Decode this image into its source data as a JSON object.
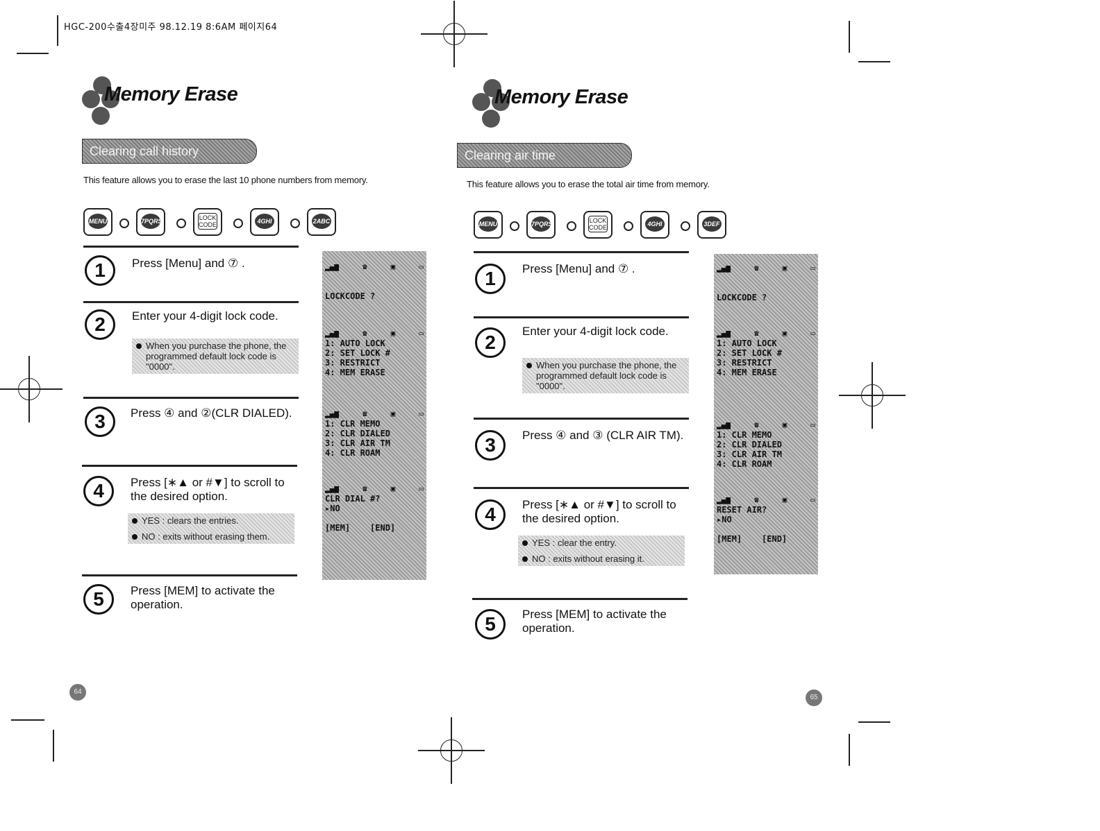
{
  "header": {
    "print_info": "HGC-200수출4장미주 98.12.19 8:6AM  페이지64"
  },
  "left": {
    "title": "Memory Erase",
    "section": "Clearing call history",
    "intro": "This feature allows you to erase the last 10 phone numbers from memory.",
    "keys": [
      "MENU",
      "7PQRS",
      "LOCK CODE",
      "4GHI",
      "2ABC"
    ],
    "steps": [
      {
        "num": "1",
        "text": "Press [Menu] and ⑦ ."
      },
      {
        "num": "2",
        "text": "Enter your 4-digit lock code."
      },
      {
        "num": "3",
        "text": "Press  ④ and ②(CLR DIALED)."
      },
      {
        "num": "4",
        "text": "Press [∗▲ or #▼] to scroll to the desired option."
      },
      {
        "num": "5",
        "text": "Press [MEM] to activate the operation."
      }
    ],
    "note2": "When you purchase the phone, the programmed default lock code is \"0000\".",
    "note4": [
      "YES : clears the entries.",
      "NO : exits without erasing them."
    ],
    "screens": [
      [
        "LOCKCODE ?"
      ],
      [
        "1: AUTO LOCK",
        "2: SET LOCK #",
        "3: RESTRICT",
        "4: MEM ERASE"
      ],
      [
        "1: CLR MEMO",
        "2: CLR DIALED",
        "3: CLR AIR TM",
        "4: CLR ROAM"
      ],
      [
        " CLR DIAL #?",
        "▸NO",
        "",
        "[MEM]    [END]"
      ]
    ],
    "page": "64"
  },
  "right": {
    "title": "Memory Erase",
    "section": "Clearing air time",
    "intro": "This feature allows you to erase the total air time from memory.",
    "keys": [
      "MENU",
      "7PQRS",
      "LOCK CODE",
      "4GHI",
      "3DEF"
    ],
    "steps": [
      {
        "num": "1",
        "text": "Press [Menu] and ⑦ ."
      },
      {
        "num": "2",
        "text": "Enter your 4-digit lock code."
      },
      {
        "num": "3",
        "text": "Press ④ and ③ (CLR AIR TM)."
      },
      {
        "num": "4",
        "text": "Press [∗▲ or #▼] to scroll to the desired option."
      },
      {
        "num": "5",
        "text": "Press [MEM] to activate the operation."
      }
    ],
    "note2": "When you purchase the phone, the programmed default lock code is \"0000\".",
    "note4": [
      "YES : clear the entry.",
      "NO : exits without erasing it."
    ],
    "screens": [
      [
        "LOCKCODE ?"
      ],
      [
        "1: AUTO LOCK",
        "2: SET LOCK #",
        "3: RESTRICT",
        "4: MEM ERASE"
      ],
      [
        "1: CLR MEMO",
        "2: CLR DIALED",
        "3: CLR AIR TM",
        "4: CLR ROAM"
      ],
      [
        " RESET AIR?",
        "▸NO",
        "",
        "[MEM]    [END]"
      ]
    ],
    "page": "65"
  }
}
